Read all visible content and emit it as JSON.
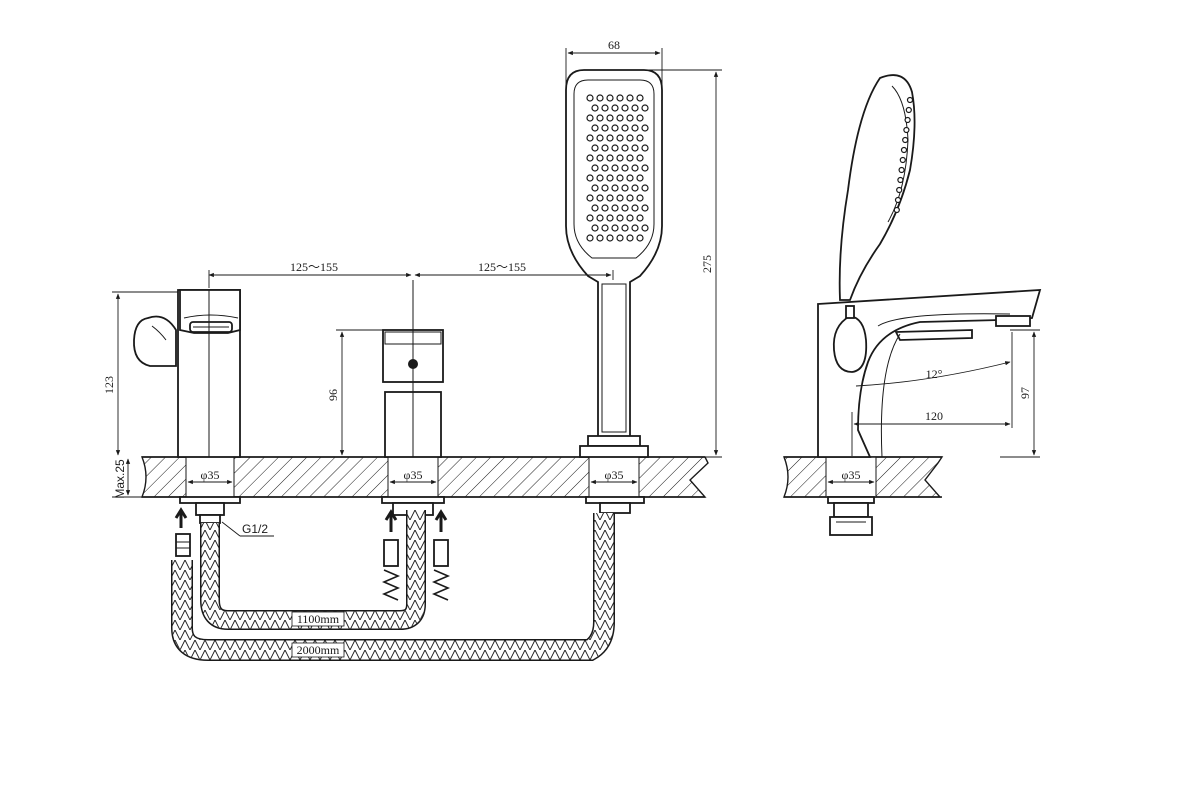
{
  "dimensions": {
    "spacing_left": "125～155",
    "spacing_right": "125～155",
    "height_mixer": "123",
    "height_diverter": "96",
    "max_deck": "Max.25",
    "hole_dia_1": "φ35",
    "hole_dia_2": "φ35",
    "hole_dia_3": "φ35",
    "hole_dia_side": "φ35",
    "thread": "G1/2",
    "handshower_width": "68",
    "handshower_height": "275",
    "hose_short": "1100mm",
    "hose_long": "2000mm",
    "side_angle": "12°",
    "side_reach": "120",
    "side_height": "97"
  },
  "colors": {
    "line": "#1a1a1a",
    "background": "#ffffff"
  }
}
